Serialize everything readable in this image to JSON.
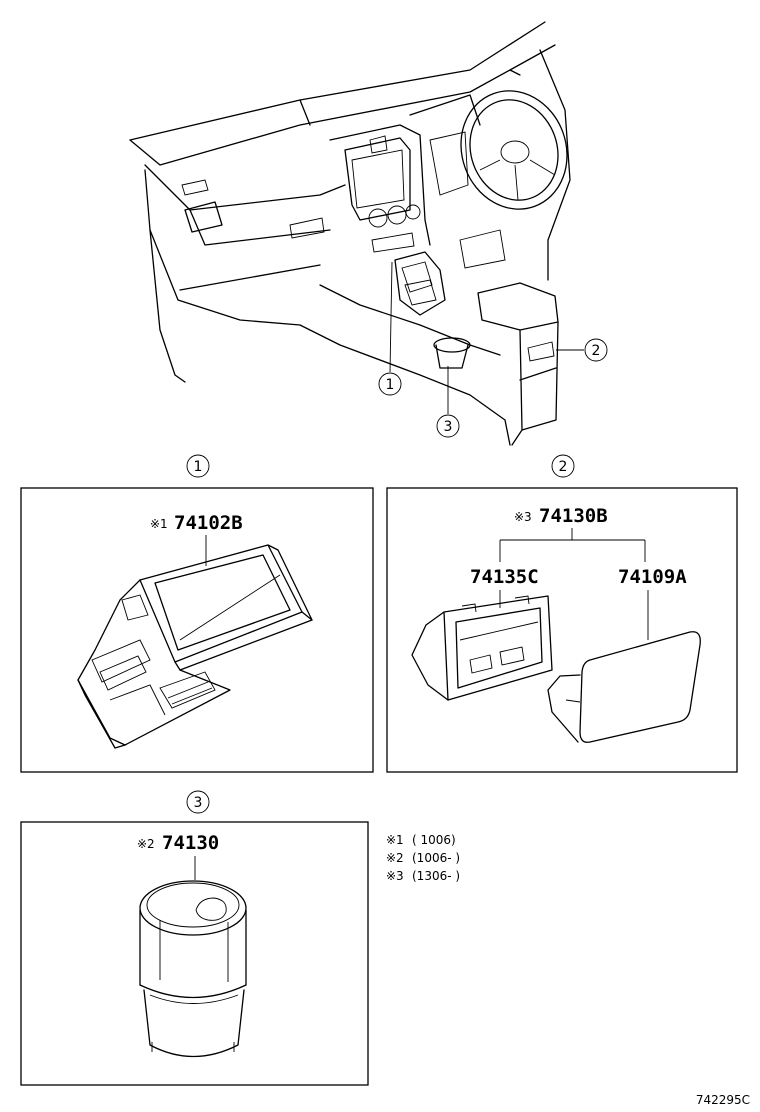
{
  "callouts": {
    "c1": "1",
    "c2": "2",
    "c3": "3"
  },
  "parts": {
    "p1": {
      "mark": "※1",
      "number": "74102B"
    },
    "p2": {
      "mark": "※3",
      "number": "74130B"
    },
    "p2a": {
      "number": "74135C"
    },
    "p2b": {
      "number": "74109A"
    },
    "p3": {
      "mark": "※2",
      "number": "74130"
    }
  },
  "notes": [
    {
      "mark": "※1",
      "text": "(          1006)"
    },
    {
      "mark": "※2",
      "text": "(1006-       )"
    },
    {
      "mark": "※3",
      "text": "(1306-       )"
    }
  ],
  "illustration_code": "742295C"
}
